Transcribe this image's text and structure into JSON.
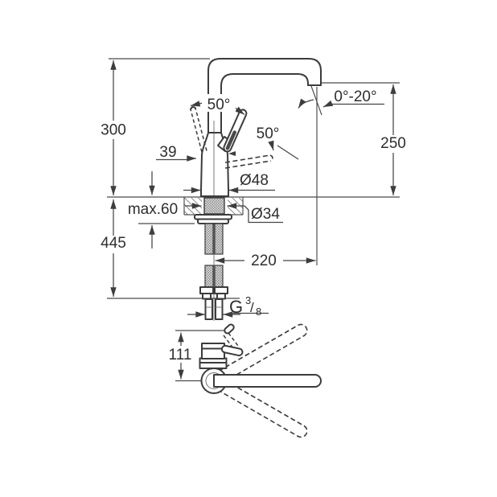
{
  "colors": {
    "line": "#3c3c3c",
    "dimension": "#454545",
    "text": "#2e2e2e"
  },
  "front_view": {
    "dimensions": {
      "height_to_spout_top": "300",
      "lever_offset": "39",
      "max_deck_thickness": "max.60",
      "total_height_below": "445",
      "lever_angle_back": "50°",
      "lever_angle_front": "50°",
      "base_diameter": "Ø48",
      "hole_diameter": "Ø34",
      "spout_reach": "220",
      "outlet_angle_range": "0°-20°",
      "outlet_height": "250",
      "hose_thread": {
        "letter": "G",
        "numerator": "3",
        "slash": "/",
        "denominator": "8"
      }
    }
  },
  "top_view": {
    "dimensions": {
      "body_depth": "111"
    }
  }
}
